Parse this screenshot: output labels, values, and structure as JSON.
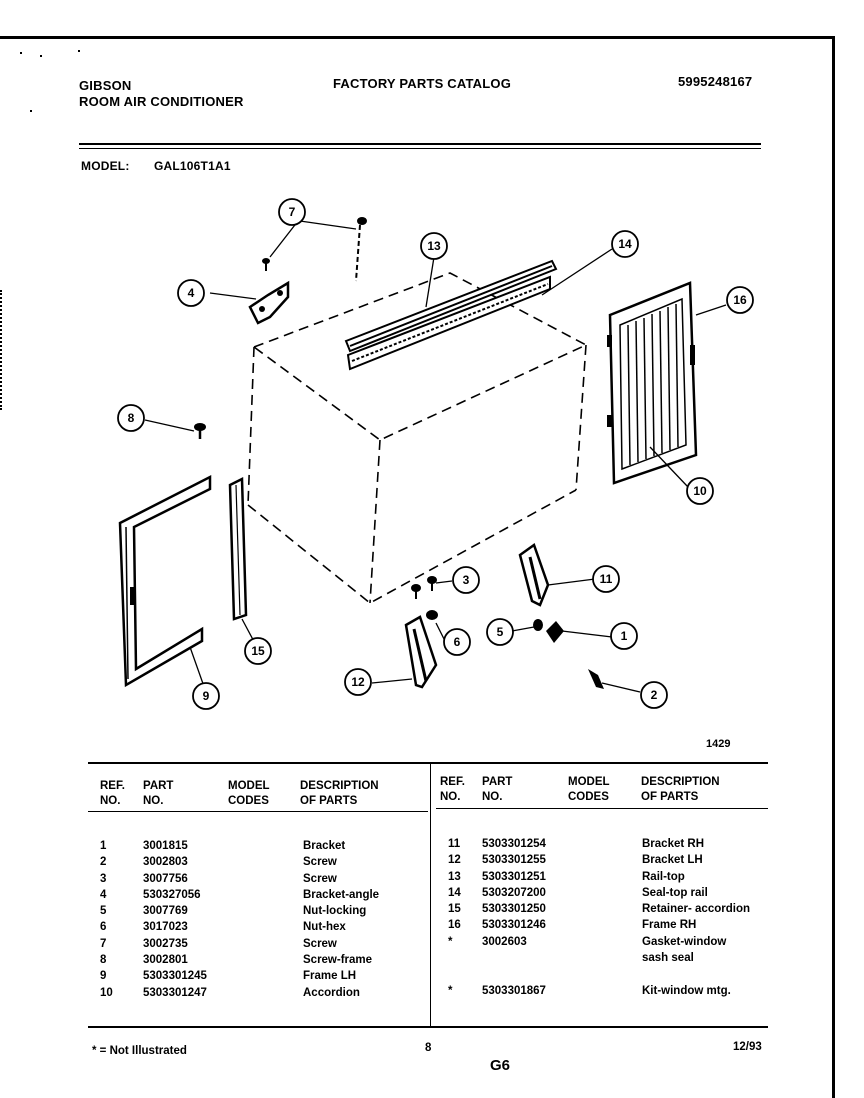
{
  "header": {
    "brand": "GIBSON",
    "product": "ROOM AIR CONDITIONER",
    "catalog_title": "FACTORY PARTS CATALOG",
    "catalog_number": "5995248167",
    "model_label": "MODEL:",
    "model_value": "GAL106T1A1"
  },
  "diagram": {
    "callouts": [
      "1",
      "2",
      "3",
      "4",
      "5",
      "6",
      "7",
      "8",
      "9",
      "10",
      "11",
      "12",
      "13",
      "14",
      "15",
      "16"
    ],
    "figure_code": "1429"
  },
  "parts_table": {
    "headers": {
      "ref": [
        "REF.",
        "NO."
      ],
      "part": [
        "PART",
        "NO."
      ],
      "model": [
        "MODEL",
        "CODES"
      ],
      "desc": [
        "DESCRIPTION",
        "OF PARTS"
      ]
    },
    "left_rows": [
      {
        "ref": "1",
        "part": "3001815",
        "desc": "Bracket"
      },
      {
        "ref": "2",
        "part": "3002803",
        "desc": "Screw"
      },
      {
        "ref": "3",
        "part": "3007756",
        "desc": "Screw"
      },
      {
        "ref": "4",
        "part": "530327056",
        "desc": "Bracket-angle"
      },
      {
        "ref": "5",
        "part": "3007769",
        "desc": "Nut-locking"
      },
      {
        "ref": "6",
        "part": "3017023",
        "desc": "Nut-hex"
      },
      {
        "ref": "7",
        "part": "3002735",
        "desc": "Screw"
      },
      {
        "ref": "8",
        "part": "3002801",
        "desc": "Screw-frame"
      },
      {
        "ref": "9",
        "part": "5303301245",
        "desc": "Frame LH"
      },
      {
        "ref": "10",
        "part": "5303301247",
        "desc": "Accordion"
      }
    ],
    "right_rows": [
      {
        "ref": "11",
        "part": "5303301254",
        "desc": "Bracket RH"
      },
      {
        "ref": "12",
        "part": "5303301255",
        "desc": "Bracket LH"
      },
      {
        "ref": "13",
        "part": "5303301251",
        "desc": "Rail-top"
      },
      {
        "ref": "14",
        "part": "5303207200",
        "desc": "Seal-top rail"
      },
      {
        "ref": "15",
        "part": "5303301250",
        "desc": "Retainer- accordion"
      },
      {
        "ref": "16",
        "part": "5303301246",
        "desc": "Frame RH"
      },
      {
        "ref": "*",
        "part": "3002603",
        "desc": "Gasket-window"
      },
      {
        "ref": "",
        "part": "",
        "desc": "sash seal"
      },
      {
        "ref": "",
        "part": "",
        "desc": ""
      },
      {
        "ref": "*",
        "part": "5303301867",
        "desc": "Kit-window mtg."
      }
    ]
  },
  "footer": {
    "legend": "* = Not Illustrated",
    "page_number": "8",
    "section": "G6",
    "date": "12/93"
  }
}
